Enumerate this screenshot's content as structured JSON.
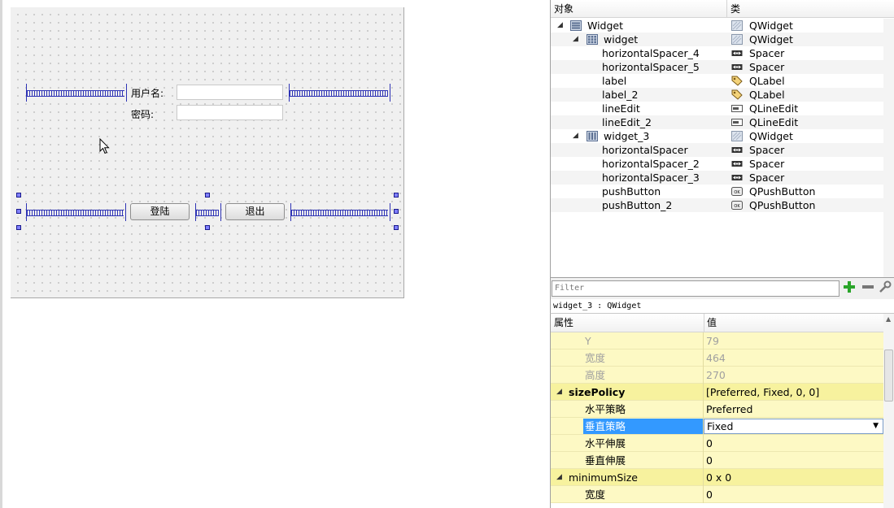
{
  "form": {
    "username_label": "用户名:",
    "password_label": "密码:",
    "login_button": "登陆",
    "exit_button": "退出"
  },
  "object_inspector": {
    "header_object": "对象",
    "header_class": "类",
    "rows": [
      {
        "name": "Widget",
        "class": "QWidget",
        "level": 0,
        "expanded": true,
        "class_icon": "widget-icon",
        "object_icon": "vertical-layout-icon"
      },
      {
        "name": "widget",
        "class": "QWidget",
        "level": 1,
        "expanded": true,
        "class_icon": "widget-icon",
        "object_icon": "grid-layout-icon"
      },
      {
        "name": "horizontalSpacer_4",
        "class": "Spacer",
        "level": 2,
        "class_icon": "spacer-icon"
      },
      {
        "name": "horizontalSpacer_5",
        "class": "Spacer",
        "level": 2,
        "class_icon": "spacer-icon"
      },
      {
        "name": "label",
        "class": "QLabel",
        "level": 2,
        "class_icon": "label-tag-icon"
      },
      {
        "name": "label_2",
        "class": "QLabel",
        "level": 2,
        "class_icon": "label-tag-icon"
      },
      {
        "name": "lineEdit",
        "class": "QLineEdit",
        "level": 2,
        "class_icon": "lineedit-icon"
      },
      {
        "name": "lineEdit_2",
        "class": "QLineEdit",
        "level": 2,
        "class_icon": "lineedit-icon"
      },
      {
        "name": "widget_3",
        "class": "QWidget",
        "level": 1,
        "expanded": true,
        "class_icon": "widget-icon",
        "object_icon": "horizontal-layout-icon"
      },
      {
        "name": "horizontalSpacer",
        "class": "Spacer",
        "level": 2,
        "class_icon": "spacer-icon"
      },
      {
        "name": "horizontalSpacer_2",
        "class": "Spacer",
        "level": 2,
        "class_icon": "spacer-icon"
      },
      {
        "name": "horizontalSpacer_3",
        "class": "Spacer",
        "level": 2,
        "class_icon": "spacer-icon"
      },
      {
        "name": "pushButton",
        "class": "QPushButton",
        "level": 2,
        "class_icon": "pushbutton-icon"
      },
      {
        "name": "pushButton_2",
        "class": "QPushButton",
        "level": 2,
        "class_icon": "pushbutton-icon"
      }
    ]
  },
  "filter": {
    "placeholder": "Filter",
    "add_icon": "plus-icon",
    "remove_icon": "minus-icon",
    "config_icon": "wrench-icon"
  },
  "property_editor": {
    "object_title": "widget_3 : QWidget",
    "header_property": "属性",
    "header_value": "值",
    "rows": [
      {
        "name": "Y",
        "value": "79",
        "indent": 2,
        "disabled": true
      },
      {
        "name": "宽度",
        "value": "464",
        "indent": 2,
        "disabled": true
      },
      {
        "name": "高度",
        "value": "270",
        "indent": 2,
        "disabled": true
      },
      {
        "name": "sizePolicy",
        "value": "[Preferred, Fixed, 0, 0]",
        "indent": 1,
        "section": true,
        "bold": true
      },
      {
        "name": "水平策略",
        "value": "Preferred",
        "indent": 2
      },
      {
        "name": "垂直策略",
        "value": "Fixed",
        "indent": 2,
        "selected": true,
        "combo": true
      },
      {
        "name": "水平伸展",
        "value": "0",
        "indent": 2
      },
      {
        "name": "垂直伸展",
        "value": "0",
        "indent": 2
      },
      {
        "name": "minimumSize",
        "value": "0 x 0",
        "indent": 1,
        "section": true
      },
      {
        "name": "宽度",
        "value": "0",
        "indent": 2
      }
    ]
  }
}
